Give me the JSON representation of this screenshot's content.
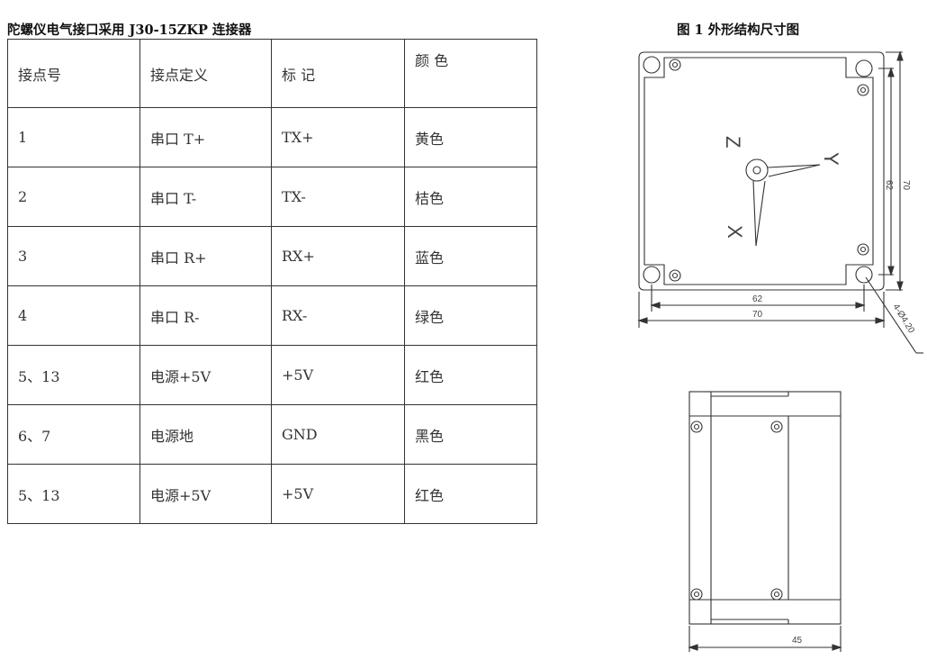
{
  "document": {
    "title": "陀螺仪电气接口采用 J30-15ZKP 连接器",
    "figure_title": "图 1  外形结构尺寸图"
  },
  "pin_table": {
    "headers": [
      "接点号",
      "接点定义",
      "标 记",
      "颜 色"
    ],
    "rows": [
      [
        "1",
        "串口 T+",
        "TX+",
        "黄色"
      ],
      [
        "2",
        "串口 T-",
        "TX-",
        "桔色"
      ],
      [
        "3",
        "串口 R+",
        "RX+",
        "蓝色"
      ],
      [
        "4",
        "串口 R-",
        "RX-",
        "绿色"
      ],
      [
        "5、13",
        "电源+5V",
        "+5V",
        "红色"
      ],
      [
        "6、7",
        "电源地",
        "GND",
        "黑色"
      ],
      [
        "5、13",
        "电源+5V",
        "+5V",
        "红色"
      ]
    ]
  },
  "drawing": {
    "axis_x": "X",
    "axis_y": "Y",
    "axis_z": "Z",
    "dim_inner_width": "62",
    "dim_outer_width": "70",
    "dim_inner_height": "62",
    "dim_outer_height": "70",
    "dim_hole": "4-Ø4.20",
    "dim_side_depth": "45"
  }
}
